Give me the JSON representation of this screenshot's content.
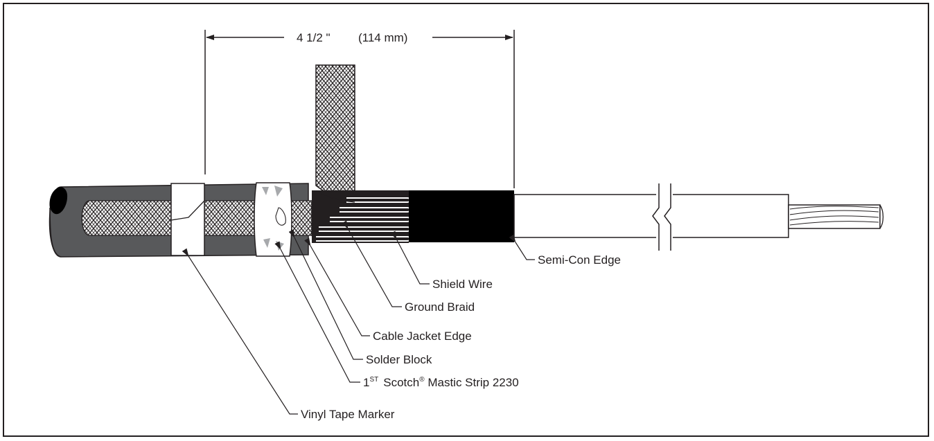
{
  "dimension": {
    "value": "4  1/2 \"",
    "metric": "(114 mm)"
  },
  "labels": {
    "semi_con_edge": "Semi-Con Edge",
    "shield_wire": "Shield Wire",
    "ground_braid": "Ground Braid",
    "cable_jacket_edge": "Cable Jacket Edge",
    "solder_block": "Solder Block",
    "mastic_prefix": "1",
    "mastic_sup": "ST",
    "mastic_brand": "Scotch",
    "mastic_reg": "®",
    "mastic_rest": " Mastic Strip 2230",
    "vinyl_tape_marker": "Vinyl Tape Marker"
  },
  "colors": {
    "line": "#231f20",
    "jacket": "#58595b",
    "semicon": "#000000",
    "braid_fill": "#ffffff",
    "mastic_mark": "#a7a9ac"
  }
}
